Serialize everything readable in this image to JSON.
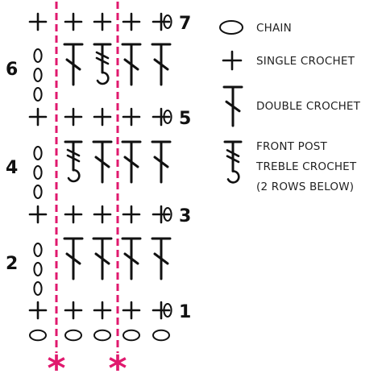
{
  "diagram": {
    "row_numbers": [
      {
        "label": "7",
        "side": "right"
      },
      {
        "label": "6",
        "side": "left"
      },
      {
        "label": "5",
        "side": "right"
      },
      {
        "label": "4",
        "side": "left"
      },
      {
        "label": "3",
        "side": "right"
      },
      {
        "label": "2",
        "side": "left"
      },
      {
        "label": "1",
        "side": "right"
      }
    ],
    "rows": [
      {
        "row": 7,
        "stitches": [
          "sc",
          "sc",
          "sc",
          "sc",
          "sc",
          "ch"
        ]
      },
      {
        "row": 6,
        "stitches": [
          "ch3",
          "dc",
          "fptr",
          "dc",
          "dc"
        ]
      },
      {
        "row": 5,
        "stitches": [
          "sc",
          "sc",
          "sc",
          "sc",
          "sc",
          "ch"
        ]
      },
      {
        "row": 4,
        "stitches": [
          "ch3",
          "fptr",
          "dc",
          "dc",
          "dc"
        ]
      },
      {
        "row": 3,
        "stitches": [
          "sc",
          "sc",
          "sc",
          "sc",
          "sc",
          "ch"
        ]
      },
      {
        "row": 2,
        "stitches": [
          "ch3",
          "dc",
          "dc",
          "dc",
          "dc"
        ]
      },
      {
        "row": 1,
        "stitches": [
          "sc",
          "sc",
          "sc",
          "sc",
          "sc",
          "ch"
        ]
      },
      {
        "row": 0,
        "stitches": [
          "ch",
          "ch",
          "ch",
          "ch",
          "ch"
        ]
      }
    ],
    "repeat_markers": [
      "*",
      "*"
    ],
    "colors": {
      "ink": "#111111",
      "repeat_line": "#e0196e"
    }
  },
  "legend": {
    "items": [
      {
        "symbol": "chain",
        "label": "CHAIN"
      },
      {
        "symbol": "single-crochet",
        "label": "SINGLE CROCHET"
      },
      {
        "symbol": "double-crochet",
        "label": "DOUBLE CROCHET"
      },
      {
        "symbol": "front-post-treble-crochet",
        "label_lines": [
          "FRONT POST",
          "TREBLE CROCHET",
          "(2 ROWS BELOW)"
        ]
      }
    ]
  }
}
